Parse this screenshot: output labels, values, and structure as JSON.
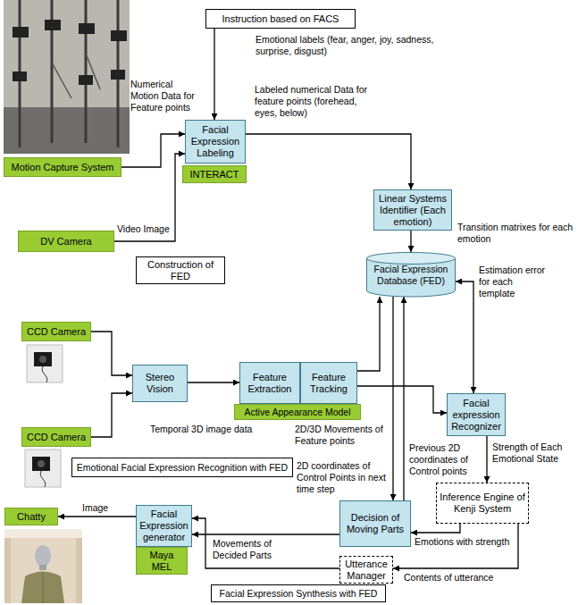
{
  "diagram": {
    "nodes": [
      {
        "text": [
          "Instruction based on FACS"
        ]
      },
      {
        "text": [
          "Motion Capture System"
        ]
      },
      {
        "text": [
          "Facial Expression Labeling"
        ]
      },
      {
        "text": [
          "INTERACT"
        ]
      },
      {
        "text": [
          "Linear Systems Identifier (Each emotion)"
        ]
      },
      {
        "text": [
          "DV Camera"
        ]
      },
      {
        "text": [
          "Construction of FED"
        ]
      },
      {
        "text": [
          "Facial Expression Database (FED)"
        ]
      },
      {
        "text": [
          "CCD Camera"
        ]
      },
      {
        "text": [
          "Stereo Vision"
        ]
      },
      {
        "text": [
          "Feature Extraction"
        ]
      },
      {
        "text": [
          "Feature Tracking"
        ]
      },
      {
        "text": [
          "Active Appearance Model"
        ]
      },
      {
        "text": [
          "CCD Camera"
        ]
      },
      {
        "text": [
          "Facial expression Recognizer"
        ]
      },
      {
        "text": [
          "Emotional Facial Expression Recognition with FED"
        ]
      },
      {
        "text": [
          "Inference Engine of Kenji System"
        ]
      },
      {
        "text": [
          "Chatty"
        ]
      },
      {
        "text": [
          "Facial Expression generator"
        ]
      },
      {
        "text": [
          "Maya MEL"
        ]
      },
      {
        "text": [
          "Decision of Moving Parts"
        ]
      },
      {
        "text": [
          "Utterance Manager"
        ]
      },
      {
        "text": [
          "Facial Expression Synthesis with FED"
        ]
      }
    ],
    "edges": [
      {
        "from": 0,
        "to": 2,
        "arrow": "to",
        "label": "Emotional labels (fear, anger, joy, sadness, surprise, disgust)"
      },
      {
        "from": 1,
        "to": 2,
        "arrow": "to",
        "label": "Numerical Motion Data for Feature points"
      },
      {
        "from": 5,
        "to": 2,
        "arrow": "to",
        "label": "Video Image"
      },
      {
        "from": 2,
        "to": 4,
        "arrow": "to",
        "label": "Labeled numerical Data for feature points (forehead, eyes, below)"
      },
      {
        "from": 4,
        "to": 7,
        "arrow": "to",
        "label": "Transition matrixes for each emotion"
      },
      {
        "from": 7,
        "to": 14,
        "arrow": "both",
        "label": "Estimation error for each template"
      },
      {
        "from": 8,
        "to": 9,
        "arrow": "to"
      },
      {
        "from": 13,
        "to": 9,
        "arrow": "to"
      },
      {
        "from": 9,
        "to": 10,
        "arrow": "to",
        "label": "Temporal 3D image data"
      },
      {
        "from": 11,
        "to": 7,
        "arrow": "to"
      },
      {
        "from": 11,
        "to": 14,
        "arrow": "to",
        "label": "2D/3D Movements of Feature points"
      },
      {
        "from": 7,
        "to": 20,
        "arrow": "to",
        "label": "2D coordinates of Control Points in next time step"
      },
      {
        "from": 20,
        "to": 7,
        "arrow": "to",
        "label": "Previous 2D coordinates of Control points"
      },
      {
        "from": 14,
        "to": 16,
        "arrow": "to",
        "label": "Strength of Each Emotional State"
      },
      {
        "from": 16,
        "to": 20,
        "arrow": "to",
        "label": "Emotions with strength"
      },
      {
        "from": 16,
        "to": 21,
        "arrow": "to",
        "label": "Contents of utterance"
      },
      {
        "from": 20,
        "to": 18,
        "arrow": "to",
        "label": "Movements of Decided Parts"
      },
      {
        "from": 21,
        "to": 18,
        "arrow": "to"
      },
      {
        "from": 18,
        "to": 17,
        "arrow": "to",
        "label": "Image"
      }
    ]
  }
}
